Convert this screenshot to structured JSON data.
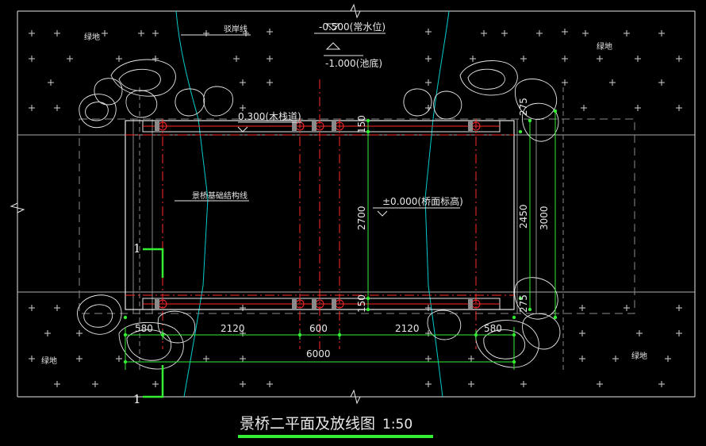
{
  "labels": {
    "greenspace": "绿地",
    "revetment": "驳岸线",
    "normal_water": "-0.500(常水位)",
    "pool_bottom": "-1.000(池底)",
    "deck_level": "0.300(木栈道)",
    "foundation_line": "景桥基础结构线",
    "bridge_level": "±0.000(桥面标高)",
    "section_mark": "1"
  },
  "dimensions": {
    "segments": [
      "580",
      "2120",
      "600",
      "2120",
      "580"
    ],
    "overall": "6000",
    "inner_width": "2700",
    "end_offset": "150",
    "right_inner": "2450",
    "right_overall": "3000",
    "corner": "275"
  },
  "title": {
    "text": "景桥二平面及放线图",
    "scale": "1:50"
  },
  "colors": {
    "background": "#000000",
    "line": "#e8e8e8",
    "cyan": "#00cccc",
    "green": "#33ee33",
    "red": "#ff2a2a",
    "grey": "#8a8a8a"
  }
}
